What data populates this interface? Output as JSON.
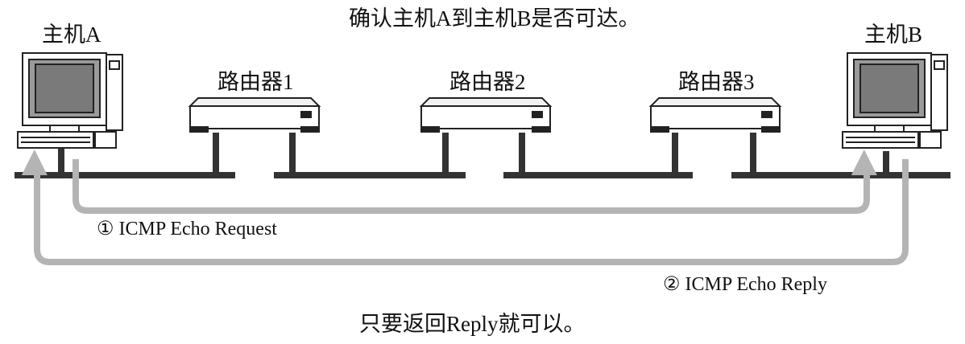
{
  "caption_top": "确认主机A到主机B是否可达。",
  "caption_bottom": "只要返回Reply就可以。",
  "hosts": {
    "a": "主机A",
    "b": "主机B"
  },
  "routers": [
    "路由器1",
    "路由器2",
    "路由器3"
  ],
  "arrows": {
    "request": "① ICMP Echo Request",
    "reply": "② ICMP Echo Reply"
  },
  "colors": {
    "arrow": "#b4b4b4",
    "line": "#333333",
    "router_top": "#f2f2f2",
    "router_front": "#ffffff"
  },
  "icons": [
    "desktop-computer-icon",
    "router-icon"
  ]
}
